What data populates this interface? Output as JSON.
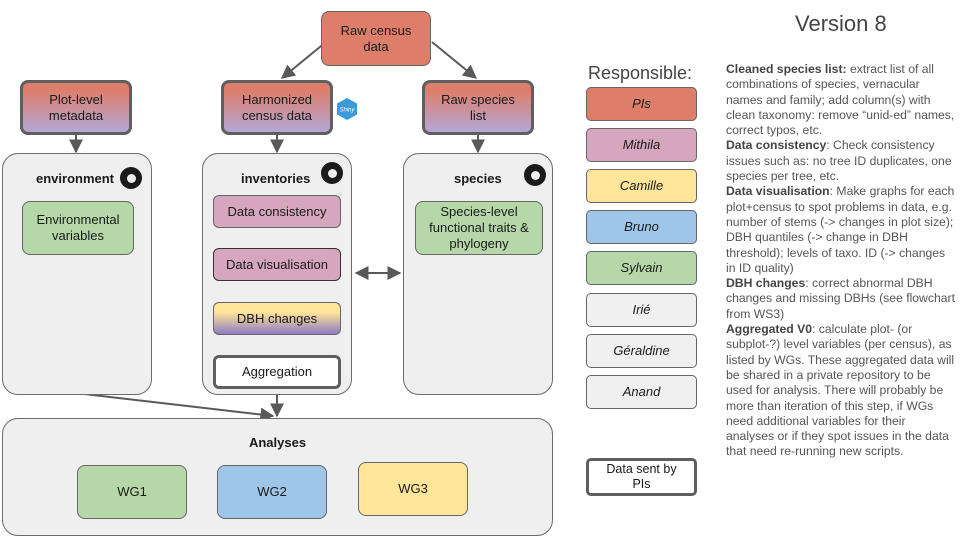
{
  "version": "Version 8",
  "top": {
    "raw_census": "Raw census data"
  },
  "sources": {
    "plot_metadata": "Plot-level metadata",
    "harmonized": "Harmonized census data",
    "raw_species": "Raw species list",
    "shiny_badge": "Shiny"
  },
  "panels": {
    "environment": {
      "title": "environment",
      "items": [
        "Environmental variables"
      ]
    },
    "inventories": {
      "title": "inventories",
      "items": [
        "Data consistency",
        "Data visualisation",
        "DBH changes",
        "Aggregation"
      ]
    },
    "species": {
      "title": "species",
      "items": [
        "Species-level functional traits & phylogeny"
      ]
    }
  },
  "analyses": {
    "title": "Analyses",
    "groups": [
      "WG1",
      "WG2",
      "WG3"
    ]
  },
  "legend": {
    "title": "Responsible:",
    "people": [
      {
        "name": "PIs",
        "color": "#dd7e6b"
      },
      {
        "name": "Mithila",
        "color": "#d5a6bd"
      },
      {
        "name": "Camille",
        "color": "#ffe599"
      },
      {
        "name": "Bruno",
        "color": "#9fc5e8"
      },
      {
        "name": "Sylvain",
        "color": "#b6d7a8"
      },
      {
        "name": "Irié",
        "color": "#f0f0f0"
      },
      {
        "name": "Géraldine",
        "color": "#f0f0f0"
      },
      {
        "name": "Anand",
        "color": "#f0f0f0"
      }
    ],
    "data_sent": "Data sent by PIs"
  },
  "notes": [
    {
      "term": "Cleaned species list:",
      "text": " extract list of all combinations of species, vernacular names and family; add column(s) with clean taxonomy: remove “unid-ed” names, correct typos, etc."
    },
    {
      "term": "Data consistency",
      "text": ": Check consistency issues such as: no tree ID duplicates, one species per tree, etc."
    },
    {
      "term": "Data visualisation",
      "text": ": Make graphs for each plot+census to spot problems in data, e.g. number of stems (-> changes in plot size); DBH quantiles (-> change in DBH threshold); levels of taxo. ID (-> changes in ID quality)"
    },
    {
      "term": "DBH changes",
      "text": ": correct abnormal DBH changes and missing DBHs (see flowchart from WS3)"
    },
    {
      "term": "Aggregated V0",
      "text": ": calculate plot- (or subplot-?) level variables (per census), as listed by WGs. These aggregated data will be shared in a private repository to be used for analysis. There will probably be more than iteration of this step, if WGs need additional variables for their analyses or if they spot issues in the data that need re-running new scripts."
    }
  ]
}
